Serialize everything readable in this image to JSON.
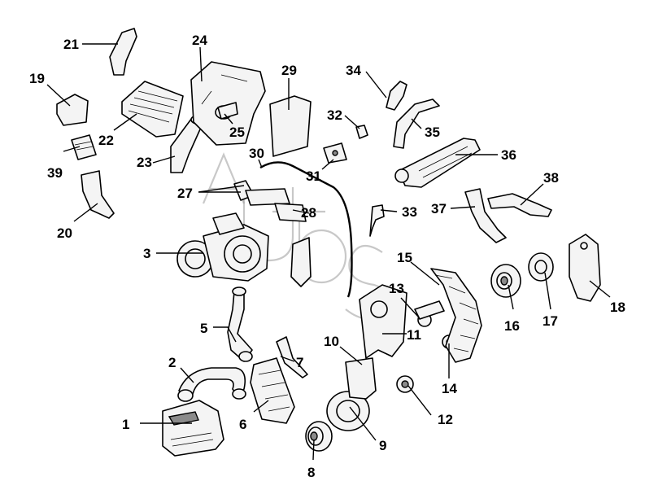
{
  "callouts": [
    {
      "id": "1",
      "label": "1"
    },
    {
      "id": "2",
      "label": "2"
    },
    {
      "id": "3",
      "label": "3"
    },
    {
      "id": "5",
      "label": "5"
    },
    {
      "id": "6",
      "label": "6"
    },
    {
      "id": "7",
      "label": "7"
    },
    {
      "id": "8",
      "label": "8"
    },
    {
      "id": "9",
      "label": "9"
    },
    {
      "id": "10",
      "label": "10"
    },
    {
      "id": "11",
      "label": "11"
    },
    {
      "id": "12",
      "label": "12"
    },
    {
      "id": "13",
      "label": "13"
    },
    {
      "id": "14",
      "label": "14"
    },
    {
      "id": "15",
      "label": "15"
    },
    {
      "id": "16",
      "label": "16"
    },
    {
      "id": "17",
      "label": "17"
    },
    {
      "id": "18",
      "label": "18"
    },
    {
      "id": "19",
      "label": "19"
    },
    {
      "id": "20",
      "label": "20"
    },
    {
      "id": "21",
      "label": "21"
    },
    {
      "id": "22",
      "label": "22"
    },
    {
      "id": "23",
      "label": "23"
    },
    {
      "id": "24",
      "label": "24"
    },
    {
      "id": "25",
      "label": "25"
    },
    {
      "id": "27",
      "label": "27"
    },
    {
      "id": "28",
      "label": "28"
    },
    {
      "id": "29",
      "label": "29"
    },
    {
      "id": "30",
      "label": "30"
    },
    {
      "id": "31",
      "label": "31"
    },
    {
      "id": "32",
      "label": "32"
    },
    {
      "id": "33",
      "label": "33"
    },
    {
      "id": "34",
      "label": "34"
    },
    {
      "id": "35",
      "label": "35"
    },
    {
      "id": "36",
      "label": "36"
    },
    {
      "id": "37",
      "label": "37"
    },
    {
      "id": "38",
      "label": "38"
    },
    {
      "id": "39",
      "label": "39"
    }
  ],
  "watermark": {
    "text": "AUTOS"
  }
}
